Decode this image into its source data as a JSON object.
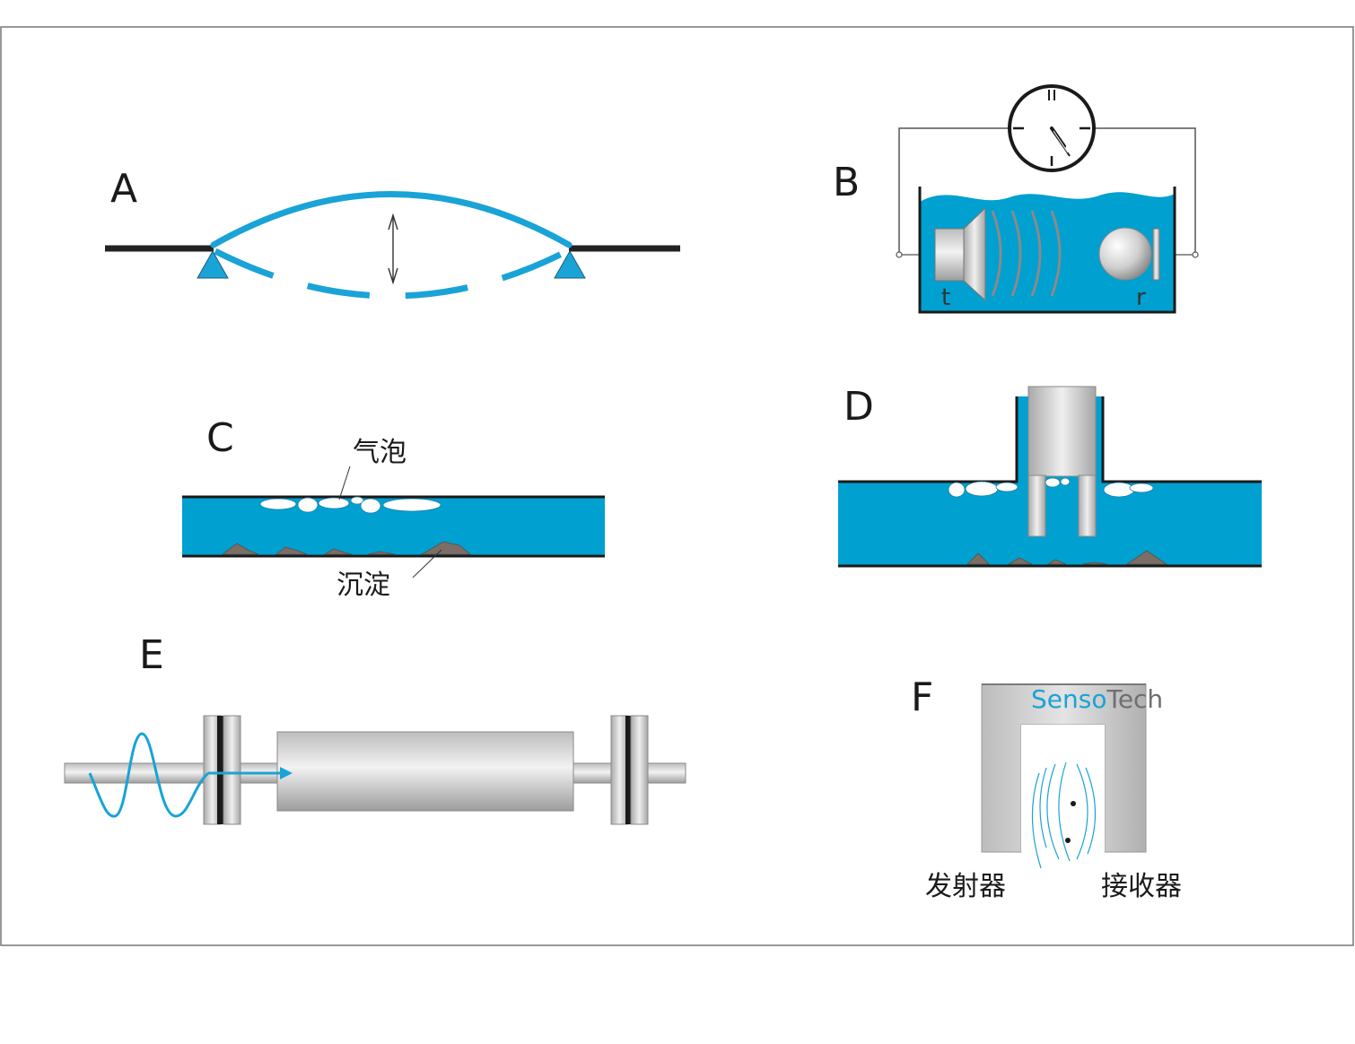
{
  "panels": {
    "A": {
      "letter": "A"
    },
    "B": {
      "letter": "B",
      "transmitter_label": "t",
      "receiver_label": "r"
    },
    "C": {
      "letter": "C",
      "bubbles_label": "气泡",
      "sediment_label": "沉淀"
    },
    "D": {
      "letter": "D"
    },
    "E": {
      "letter": "E"
    },
    "F": {
      "letter": "F",
      "brand_part1": "Senso",
      "brand_part2": "Tech",
      "transmitter_label": "发射器",
      "receiver_label": "接收器"
    }
  },
  "colors": {
    "liquid": "#00a0d0",
    "accent": "#1aa3d6",
    "outline": "#1a1a1a",
    "sediment": "#7a6e66",
    "metal_light": "#e6e6e6",
    "metal_dark": "#9a9a9a"
  }
}
